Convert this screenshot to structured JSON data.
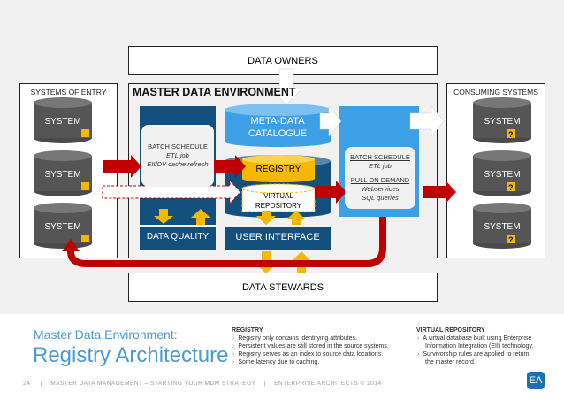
{
  "data_owners": "DATA OWNERS",
  "data_stewards": "DATA STEWARDS",
  "systems_of_entry": {
    "title": "SYSTEMS OF ENTRY",
    "items": [
      "SYSTEM",
      "SYSTEM",
      "SYSTEM"
    ]
  },
  "consuming_systems": {
    "title": "CONSUMING SYSTEMS",
    "items": [
      "SYSTEM",
      "SYSTEM",
      "SYSTEM"
    ]
  },
  "mde": {
    "title": "MASTER DATA ENVIRONMENT",
    "left_batch": {
      "title": "BATCH SCHEDULE",
      "line1": "ETL job",
      "line2": "EII/DV cache refresh"
    },
    "data_quality": "DATA QUALITY",
    "metadata": [
      "META-DATA",
      "CATALOGUE"
    ],
    "registry": "REGISTRY",
    "virtual": [
      "VIRTUAL",
      "REPOSITORY"
    ],
    "user_interface": "USER INTERFACE",
    "right_batch": {
      "title": "BATCH SCHEDULE",
      "line1": "ETL job",
      "title2": "PULL ON DEMAND",
      "line2": "Webservices",
      "line3": "SQL queries"
    }
  },
  "footer": {
    "subtitle": "Master Data Environment:",
    "title": "Registry Architecture",
    "registry": {
      "heading": "REGISTRY",
      "bullets": [
        "Registry only contains identifying attributes.",
        "Persistent values are still stored in the source systems.",
        "Registry serves as an index to source data locations.",
        "Some latency due to caching."
      ]
    },
    "virtual": {
      "heading": "VIRTUAL REPOSITORY",
      "bullets": [
        "A virtual database built using Enterprise Information Integration (EII) technology.",
        "Survivorship rules are applied to return the master record."
      ]
    },
    "page": "24",
    "sep1": "|",
    "course": "MASTER DATA MANAGEMENT – STARTING YOUR MDM STRATEGY",
    "sep2": "|",
    "copyright": "ENTERPRISE ARCHITECTS © 2014",
    "logo": "EA"
  },
  "colors": {
    "dark_blue": "#13507e",
    "light_blue": "#3d9fe6",
    "yellow": "#f5b800",
    "red": "#c00000",
    "system_gray": "#555555",
    "title_blue": "#4a9bd1"
  }
}
